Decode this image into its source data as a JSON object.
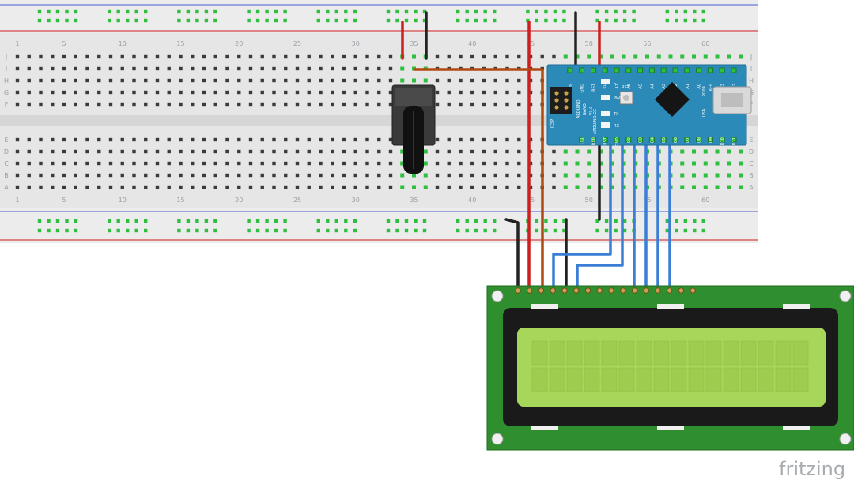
{
  "breadboard": {
    "columns_top": [
      "1",
      "5",
      "10",
      "15",
      "20",
      "25",
      "30",
      "35",
      "40",
      "45",
      "50",
      "55",
      "60"
    ],
    "columns_bottom": [
      "1",
      "5",
      "10",
      "15",
      "20",
      "25",
      "30",
      "35",
      "40",
      "45",
      "50",
      "55",
      "60"
    ],
    "rows_left": [
      "J",
      "I",
      "H",
      "G",
      "F",
      "E",
      "D",
      "C",
      "B",
      "A"
    ],
    "rows_right": [
      "J",
      "I",
      "H",
      "G",
      "F",
      "E",
      "D",
      "C",
      "B",
      "A"
    ]
  },
  "arduino": {
    "top_pins": [
      "D12",
      "3V3",
      "REF",
      "A0",
      "A1",
      "A2",
      "A3",
      "A4",
      "A5",
      "A6",
      "A7",
      "5V",
      "RST",
      "GND",
      "VIN"
    ],
    "bottom_pins": [
      "D11",
      "D10",
      "D9",
      "D8",
      "D7",
      "D6",
      "D5",
      "D4",
      "D3",
      "D2",
      "GND",
      "RST",
      "RX0",
      "TX1"
    ],
    "labels": [
      "ARDUINO",
      "NANO",
      "V3.0",
      "ICSP",
      "ARDUINO.CC",
      "RST",
      "L",
      "PWR",
      "TX",
      "RX",
      "USA",
      "2009"
    ]
  },
  "brand": "fritzing",
  "colors": {
    "red_wire": "#cc1f1f",
    "black_wire": "#222222",
    "blue_wire": "#3a7fd5",
    "orange_wire": "#b04a12",
    "pcb": "#2b8ab8",
    "lcd_board": "#2f8f2f",
    "lcd_screen": "#a6d65a"
  }
}
